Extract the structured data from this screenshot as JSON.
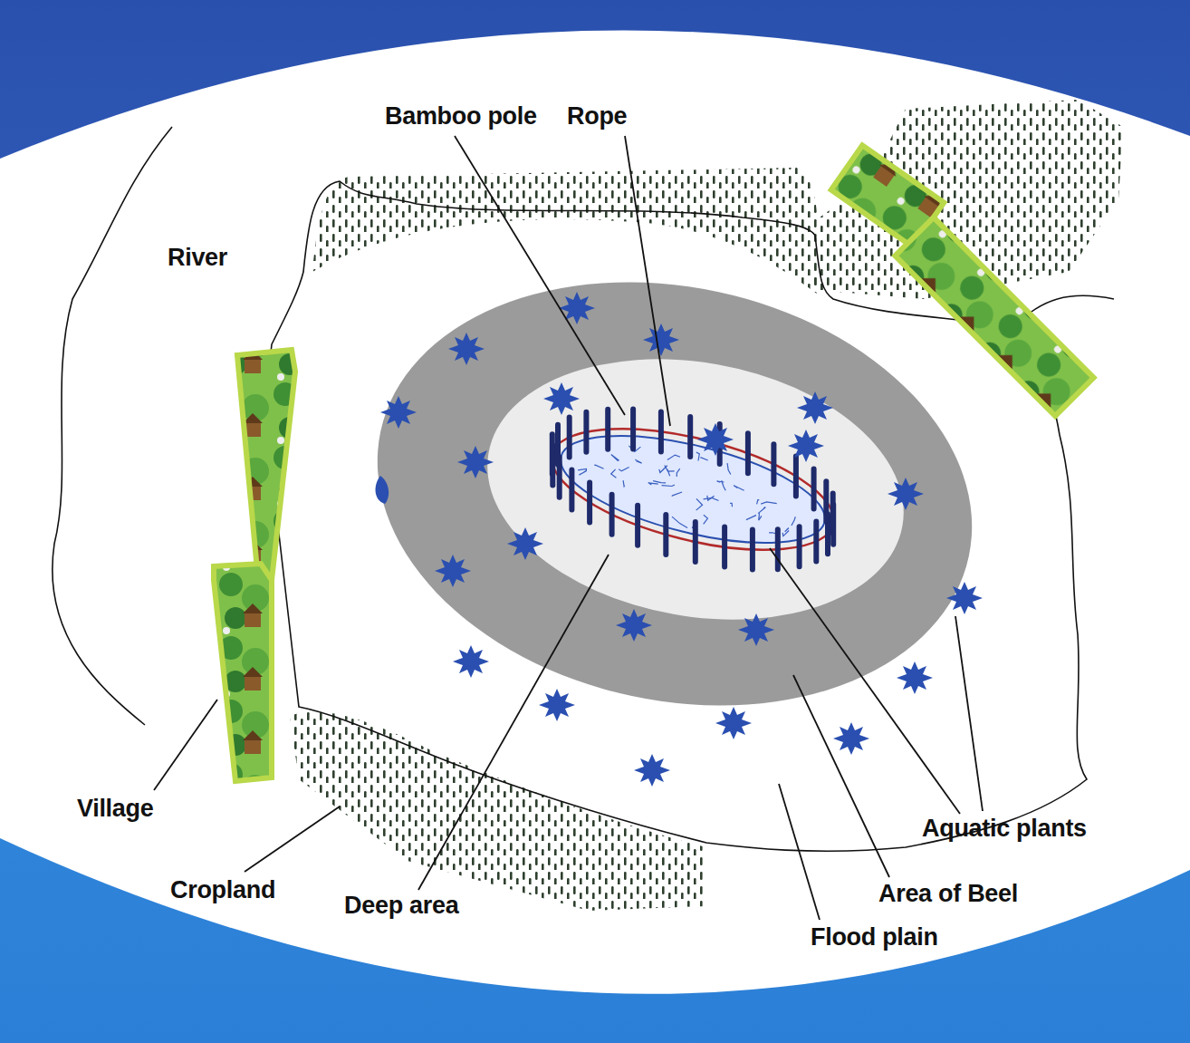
{
  "diagram": {
    "labels": [
      "Bamboo pole",
      "Rope",
      "River",
      "Village",
      "Cropland",
      "Deep area",
      "Aquatic plants",
      "Area of Beel",
      "Flood plain"
    ]
  }
}
